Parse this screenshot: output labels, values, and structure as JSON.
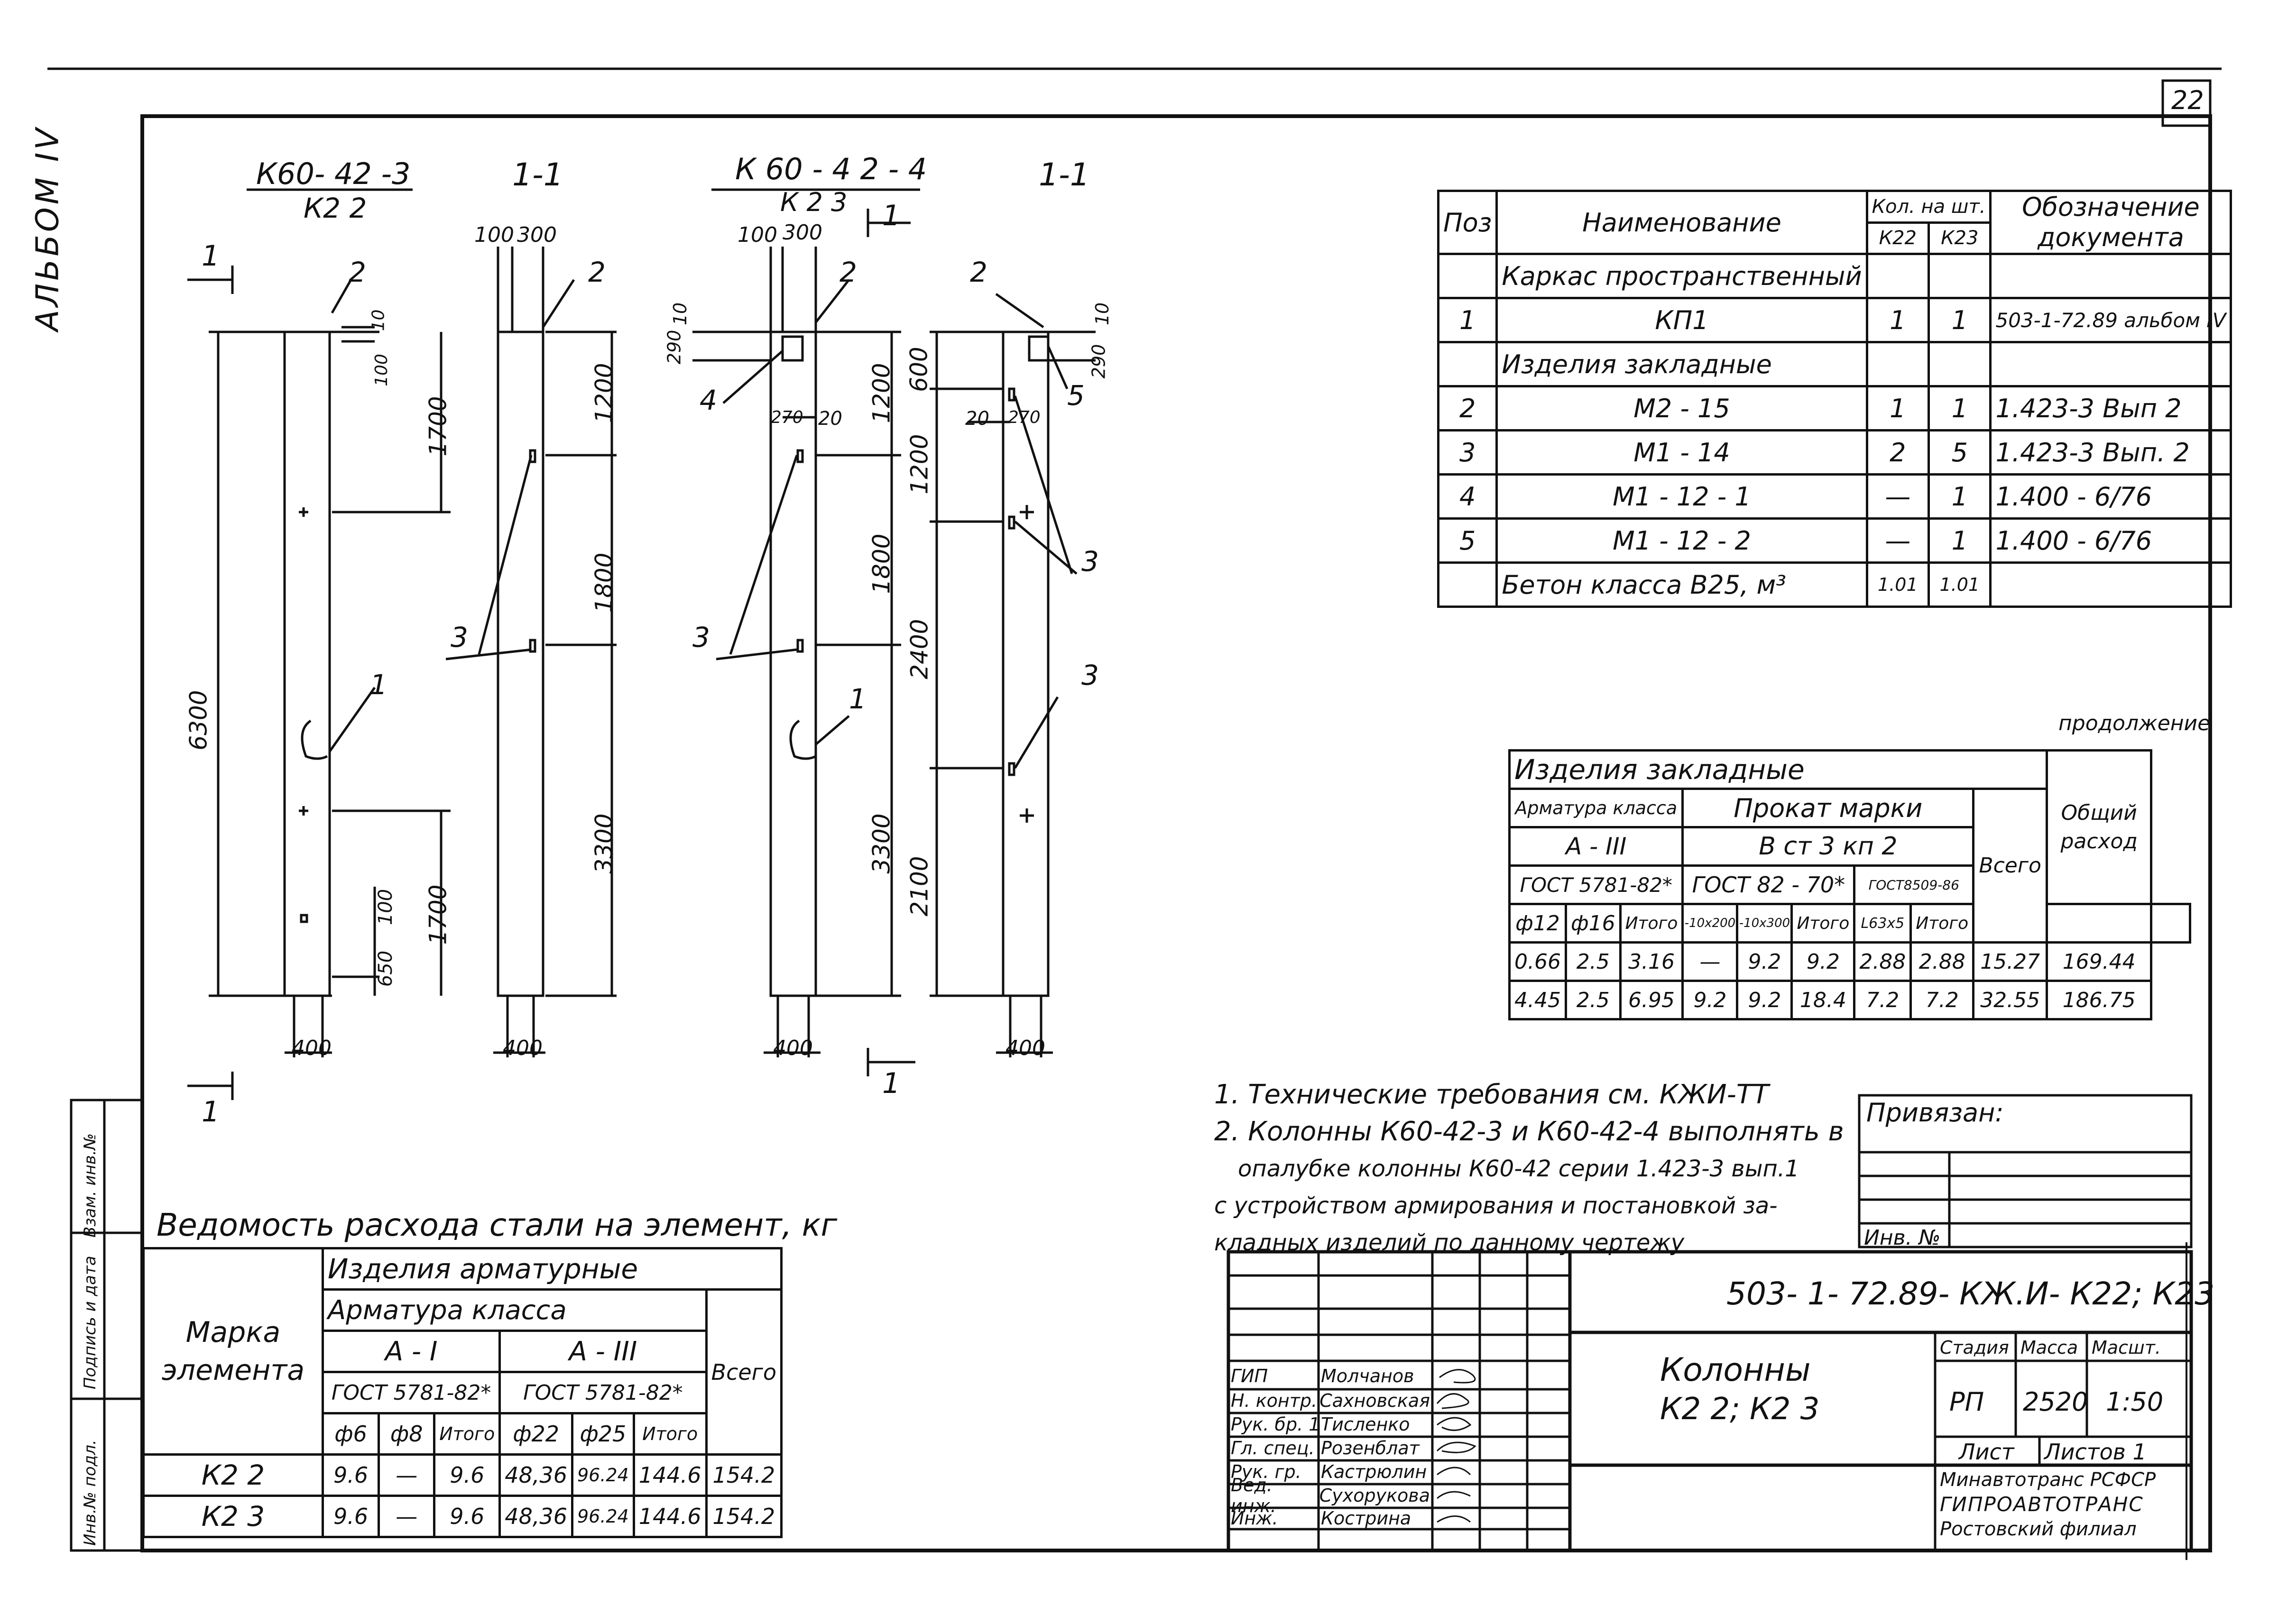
{
  "sheet": {
    "number": "22",
    "album": "АЛЬБОМ IV",
    "side_stamp": [
      "Инв.№ подл.",
      "Подпись и дата",
      "Взам. инв.№"
    ]
  },
  "drawings": {
    "k42_3": {
      "title_top": "К60- 42 -3",
      "title_bottom": "К2 2",
      "dims": [
        "6300",
        "1700",
        "1700",
        "650",
        "100",
        "100",
        "10",
        "400"
      ],
      "leaders": [
        "2",
        "1"
      ]
    },
    "section_a": {
      "title": "1-1",
      "dims": [
        "100",
        "300",
        "1200",
        "1800",
        "3300",
        "400"
      ],
      "leaders": [
        "2",
        "3"
      ]
    },
    "k42_4": {
      "title_top": "К 60 - 4 2 - 4",
      "title_bottom": "К 2 3",
      "dims": [
        "100",
        "300",
        "290",
        "10",
        "270",
        "20",
        "1200",
        "1800",
        "3300",
        "400"
      ],
      "leaders": [
        "2",
        "4",
        "3",
        "1"
      ]
    },
    "section_b": {
      "title": "1-1",
      "dims": [
        "600",
        "1200",
        "2400",
        "2100",
        "20",
        "270",
        "10",
        "290",
        "400"
      ],
      "leaders": [
        "2",
        "5",
        "3",
        "3"
      ]
    },
    "cut_marks": [
      "1",
      "1",
      "1",
      "1"
    ]
  },
  "spec": {
    "headers": [
      "Поз",
      "Наименование",
      "Кол. на шт.",
      "Обозначение документа",
      "К22",
      "К23"
    ],
    "sections": [
      "Каркас пространственный",
      "Изделия закладные"
    ],
    "rows": [
      {
        "pos": "1",
        "name": "КП1",
        "k22": "1",
        "k23": "1",
        "doc": "503-1-72.89 альбом IV"
      },
      {
        "pos": "2",
        "name": "М2 - 15",
        "k22": "1",
        "k23": "1",
        "doc": "1.423-3  Вып 2"
      },
      {
        "pos": "3",
        "name": "М1 - 14",
        "k22": "2",
        "k23": "5",
        "doc": "1.423-3  Вып. 2"
      },
      {
        "pos": "4",
        "name": "М1 - 12 - 1",
        "k22": "—",
        "k23": "1",
        "doc": "1.400 - 6/76"
      },
      {
        "pos": "5",
        "name": "М1 - 12 - 2",
        "k22": "—",
        "k23": "1",
        "doc": "1.400 - 6/76"
      }
    ],
    "concrete": {
      "name": "Бетон класса В25, м³",
      "k22": "1.01",
      "k23": "1.01"
    }
  },
  "embedded": {
    "continuation": "продолжение",
    "title": "Изделия   закладные",
    "h_arm": "Арматура класса",
    "h_arm_class": "А - III",
    "h_arm_gost": "ГОСТ 5781-82*",
    "h_prokat": "Прокат  марки",
    "h_prokat_grade": "В ст 3  кп 2",
    "h_gost82": "ГОСТ  82 - 70*",
    "h_gost8509": "ГОСТ8509-86",
    "h_total": "Всего",
    "h_overall": "Общий расход",
    "cols": [
      "ф12",
      "ф16",
      "Итого",
      "-10х200",
      "-10х300",
      "Итого",
      "L63х5",
      "Итого"
    ],
    "rows": [
      [
        "0.66",
        "2.5",
        "3.16",
        "—",
        "9.2",
        "9.2",
        "2.88",
        "2.88",
        "15.27",
        "169.44"
      ],
      [
        "4.45",
        "2.5",
        "6.95",
        "9.2",
        "9.2",
        "18.4",
        "7.2",
        "7.2",
        "32.55",
        "186.75"
      ]
    ]
  },
  "notes": [
    "1. Технические  требования  см. КЖИ-ТТ",
    "2. Колонны  К60-42-3 и К60-42-4  выполнять в",
    "опалубке  колонны К60-42 серии 1.423-3 вып.1",
    "с устройством армирования и постановкой  за-",
    "кладных  изделий  по  данному чертежу"
  ],
  "steel": {
    "title": "Ведомость  расхода  стали на элемент, кг",
    "h_mark": "Марка элемента",
    "h_arm_items": "Изделия арматурные",
    "h_arm_class": "Арматура  класса",
    "h_a1": "А - I",
    "h_a3": "А - III",
    "h_gost_a": "ГОСТ 5781-82*",
    "h_gost_b": "ГОСТ 5781-82*",
    "h_total": "Всего",
    "cols": [
      "ф6",
      "ф8",
      "Итого",
      "ф22",
      "ф25",
      "Итого"
    ],
    "rows": [
      [
        "К2 2",
        "9.6",
        "—",
        "9.6",
        "48,36",
        "96.24",
        "144.6",
        "154.2"
      ],
      [
        "К2 3",
        "9.6",
        "—",
        "9.6",
        "48,36",
        "96.24",
        "144.6",
        "154.2"
      ]
    ]
  },
  "stamp": {
    "privyazan": "Привязан:",
    "inv": "Инв. №",
    "code": "503- 1- 72.89- КЖ.И- К22; К23",
    "title": "Колонны",
    "subtitle": "К2 2;  К2 3",
    "stage_h": "Стадия",
    "mass_h": "Масса",
    "scale_h": "Масшт.",
    "stage": "РП",
    "mass": "2520",
    "scale": "1:50",
    "sheet": "Лист",
    "sheets": "Листов 1",
    "org": [
      "Минавтотранс РСФСР",
      "ГИПРОАВТОТРАНС",
      "Ростовский филиал"
    ],
    "people": [
      {
        "role": "ГИП",
        "name": "Молчанов"
      },
      {
        "role": "Н. контр.",
        "name": "Сахновская"
      },
      {
        "role": "Рук. бр. 1",
        "name": "Тисленко"
      },
      {
        "role": "Гл. спец.",
        "name": "Розенблат"
      },
      {
        "role": "Рук. гр.",
        "name": "Кастрюлин"
      },
      {
        "role": "Вед. инж.",
        "name": "Сухорукова"
      },
      {
        "role": "Инж.",
        "name": "Кострина"
      }
    ]
  }
}
